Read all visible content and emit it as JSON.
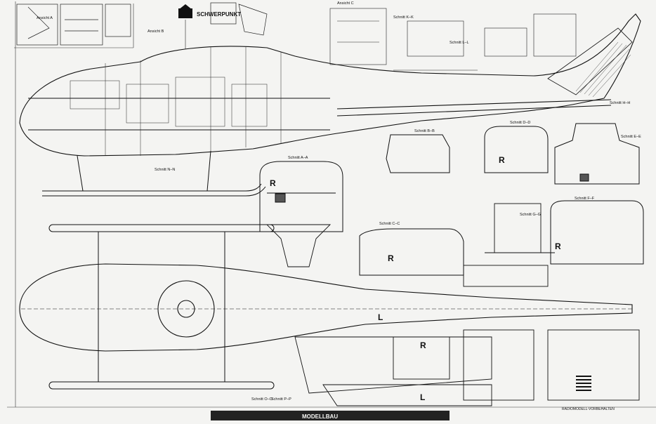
{
  "title": "SCHWERPUNKT",
  "view_labels": {
    "ansicht_a": "Ansicht A",
    "ansicht_b": "Ansicht B",
    "ansicht_c": "Ansicht C"
  },
  "sections": {
    "a_a": "Schnitt A–A",
    "b_b": "Schnitt B–B",
    "c_c": "Schnitt C–C",
    "d_d": "Schnitt D–D",
    "e_e": "Schnitt E–E",
    "f_f": "Schnitt F–F",
    "g_g": "Schnitt G–G",
    "k_k": "Schnitt K–K",
    "l_l": "Schnitt L–L",
    "n_n": "Schnitt N–N",
    "h_h": "Schnitt H–H",
    "o_o": "Schnitt O–O",
    "p_p": "Schnitt P–P"
  },
  "letters": {
    "r1": "R",
    "r2": "R",
    "r3": "R",
    "r4": "R",
    "r5": "R",
    "l1": "L",
    "l2": "L"
  },
  "bottom_band": "MODELLBAU",
  "footer_right": "RADIOMODELL-VORBEHALTEN"
}
